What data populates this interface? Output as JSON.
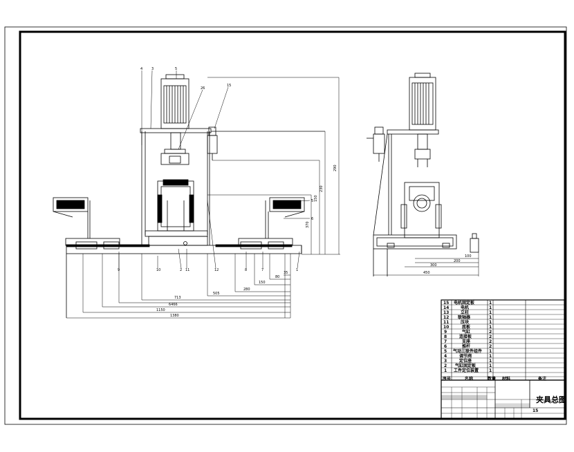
{
  "title_block": {
    "drawing_title": "夹具总图",
    "page_number": "15"
  },
  "bom": {
    "rows": [
      {
        "no": "15",
        "name": "电机固定板",
        "qty": "1"
      },
      {
        "no": "14",
        "name": "电机",
        "qty": "1"
      },
      {
        "no": "13",
        "name": "立柱",
        "qty": "1"
      },
      {
        "no": "12",
        "name": "联轴器",
        "qty": "1"
      },
      {
        "no": "11",
        "name": "压块",
        "qty": "1"
      },
      {
        "no": "10",
        "name": "底板",
        "qty": "1"
      },
      {
        "no": "9",
        "name": "气缸",
        "qty": "2"
      },
      {
        "no": "8",
        "name": "连接板",
        "qty": "2"
      },
      {
        "no": "7",
        "name": "支座",
        "qty": "2"
      },
      {
        "no": "6",
        "name": "推杆",
        "qty": "2"
      },
      {
        "no": "5",
        "name": "气动三联件组件",
        "qty": "1"
      },
      {
        "no": "4",
        "name": "调节阀",
        "qty": "1"
      },
      {
        "no": "3",
        "name": "定位座",
        "qty": "1"
      },
      {
        "no": "2",
        "name": "气缸固定板",
        "qty": "1"
      },
      {
        "no": "1",
        "name": "工件定位装置",
        "qty": "1"
      }
    ],
    "header": {
      "no": "序号",
      "name": "名称",
      "qty": "数量",
      "material": "材料",
      "note": "备注"
    }
  },
  "dimensions": {
    "front_vertical": [
      "290",
      "230",
      "150",
      "370"
    ],
    "front_horizontal": [
      "35",
      "80",
      "150",
      "280",
      "505",
      "713",
      "6466",
      "1150",
      "1380"
    ],
    "side_horizontal": [
      "100",
      "200",
      "300",
      "450"
    ]
  },
  "balloons": {
    "front_top": [
      "4",
      "3",
      "5",
      "26",
      "15"
    ],
    "front_bottom": [
      "9",
      "10",
      "2",
      "11",
      "12",
      "8",
      "7",
      "1"
    ],
    "right_fixture": [
      "5",
      "6"
    ]
  }
}
